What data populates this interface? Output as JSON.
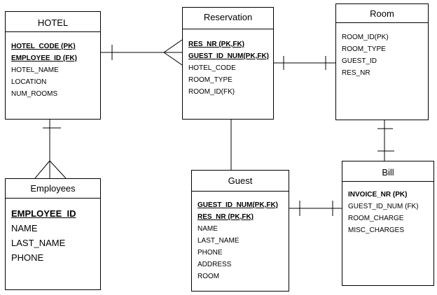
{
  "entities": {
    "hotel": {
      "title": "HOTEL",
      "attributes": [
        {
          "text": "HOTEL_CODE (PK)",
          "key": true
        },
        {
          "text": "EMPLOYEE_ID (FK)",
          "key": true
        },
        {
          "text": "HOTEL_NAME",
          "key": false
        },
        {
          "text": "LOCATION",
          "key": false
        },
        {
          "text": "NUM_ROOMS",
          "key": false
        }
      ]
    },
    "reservation": {
      "title": "Reservation",
      "attributes": [
        {
          "text": "RES_NR (PK,FK)",
          "key": true
        },
        {
          "text": "GUEST_ID_NUM(PK,FK)",
          "key": true
        },
        {
          "text": "HOTEL_CODE",
          "key": false
        },
        {
          "text": "ROOM_TYPE",
          "key": false
        },
        {
          "text": "ROOM_ID(FK)",
          "key": false
        }
      ]
    },
    "room": {
      "title": "Room",
      "attributes": [
        {
          "text": "ROOM_ID(PK)",
          "key": false
        },
        {
          "text": "ROOM_TYPE",
          "key": false
        },
        {
          "text": "GUEST_ID",
          "key": false
        },
        {
          "text": "RES_NR",
          "key": false
        }
      ]
    },
    "employees": {
      "title": "Employees",
      "attributes": [
        {
          "text": "EMPLOYEE_ID",
          "key": true
        },
        {
          "text": "NAME",
          "key": false
        },
        {
          "text": "LAST_NAME",
          "key": false
        },
        {
          "text": "PHONE",
          "key": false
        }
      ]
    },
    "guest": {
      "title": "Guest",
      "attributes": [
        {
          "text": "GUEST_ID_NUM(PK,FK)",
          "key": true
        },
        {
          "text": "RES_NR (PK,FK)",
          "key": true
        },
        {
          "text": "NAME",
          "key": false
        },
        {
          "text": "LAST_NAME",
          "key": false
        },
        {
          "text": "PHONE",
          "key": false
        },
        {
          "text": "ADDRESS",
          "key": false
        },
        {
          "text": "ROOM",
          "key": false
        }
      ]
    },
    "bill": {
      "title": "Bill",
      "attributes": [
        {
          "text": "INVOICE_NR (PK)",
          "key": false,
          "bold": true
        },
        {
          "text": "GUEST_ID_NUM (FK)",
          "key": false
        },
        {
          "text": "ROOM_CHARGE",
          "key": false
        },
        {
          "text": "MISC_CHARGES",
          "key": false
        }
      ]
    }
  },
  "relationships": [
    {
      "from": "hotel",
      "to": "reservation",
      "from_end": "one",
      "to_end": "many"
    },
    {
      "from": "reservation",
      "to": "room",
      "from_end": "one",
      "to_end": "one"
    },
    {
      "from": "reservation",
      "to": "guest",
      "from_end": "none",
      "to_end": "none"
    },
    {
      "from": "hotel",
      "to": "employees",
      "from_end": "one",
      "to_end": "many"
    },
    {
      "from": "room",
      "to": "bill",
      "from_end": "one",
      "to_end": "one"
    },
    {
      "from": "guest",
      "to": "bill",
      "from_end": "one",
      "to_end": "one"
    }
  ],
  "colors": {
    "line": "#000000",
    "spellcheck": "#3a9a3a"
  }
}
